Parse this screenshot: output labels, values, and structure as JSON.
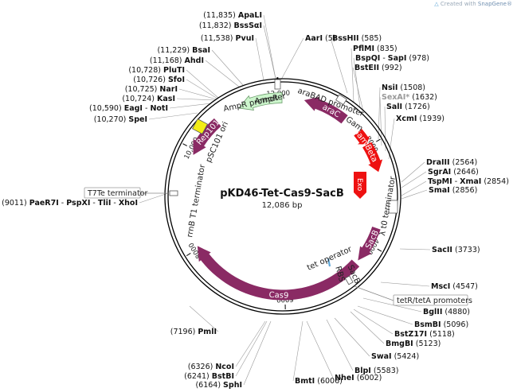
{
  "credit": {
    "prefix": "Created with",
    "brand": "SnapGene®"
  },
  "plasmid": {
    "name": "pKD46-Tet-Cas9-SacB",
    "length_label": "12,086 bp",
    "length": 12086
  },
  "ticks": [
    {
      "bp": 2000,
      "label": "2000"
    },
    {
      "bp": 4000,
      "label": "4000"
    },
    {
      "bp": 6000,
      "label": "6000"
    },
    {
      "bp": 8000,
      "label": "8000"
    },
    {
      "bp": 10000,
      "label": "10,000"
    },
    {
      "bp": 12000,
      "label": "12,000"
    }
  ],
  "features": [
    {
      "name": "araC",
      "start": 1300,
      "end": 420,
      "color": "#8a2a64",
      "text": "white",
      "width": 13
    },
    {
      "name": "AmpR",
      "start": 12070,
      "end": 11200,
      "color": "#ccf5cc",
      "text": "dark",
      "width": 13
    },
    {
      "name": "Gam",
      "start": 1660,
      "end": 1950,
      "color": "#ee1111",
      "text": "white",
      "width": 13
    },
    {
      "name": "Beta",
      "start": 1960,
      "end": 2540,
      "color": "#ee1111",
      "text": "white",
      "width": 13
    },
    {
      "name": "Cas9",
      "start": 4450,
      "end": 8050,
      "color": "#8a2a64",
      "text": "white",
      "width": 13
    },
    {
      "name": "Rep101",
      "start": 10700,
      "end": 9900,
      "color": "#8a2a64",
      "text": "white",
      "width": 13
    },
    {
      "name": "SacB",
      "start": 3650,
      "end": 4380,
      "color": "#8a2a64",
      "text": "white",
      "width": 11
    }
  ],
  "feature_labels": [
    {
      "id": "amp-promoter",
      "text": "AmpR promoter",
      "rotate": -12
    },
    {
      "id": "arabad-promoter",
      "text": "araBAD promoter",
      "rotate": 22
    },
    {
      "id": "gam-label",
      "text": "Gam",
      "rotate": 36
    },
    {
      "id": "psc101-ori",
      "text": "pSC101 ori",
      "rotate": -68
    },
    {
      "id": "rrnb-term",
      "text": "rrnB T1 terminator",
      "rotate": -80
    },
    {
      "id": "lambda-t0",
      "text": "λ t0 terminator",
      "rotate": -80
    },
    {
      "id": "tet-operator",
      "text": "tet operator",
      "rotate": -22
    },
    {
      "id": "rbs",
      "text": "RBS",
      "rotate": 72
    },
    {
      "id": "sacb",
      "text": "SacB",
      "rotate": 62
    },
    {
      "id": "exo",
      "text": "Exo",
      "rotate": 90
    }
  ],
  "boxed_labels": [
    {
      "id": "t7te-terminator",
      "text": "T7Te terminator"
    },
    {
      "id": "tetr-promoters",
      "text": "tetR/tetA promoters"
    }
  ],
  "right_sites": [
    {
      "id": "aari",
      "parts": [
        {
          "t": "AarI",
          "b": true
        }
      ],
      "pos": "(5)"
    },
    {
      "id": "bsshii",
      "parts": [
        {
          "t": "BssHII",
          "b": true
        }
      ],
      "pos": "(585)"
    },
    {
      "id": "pflmi",
      "parts": [
        {
          "t": "PflMI",
          "b": true
        }
      ],
      "pos": "(835)"
    },
    {
      "id": "bspqi-sapi",
      "parts": [
        {
          "t": "BspQI",
          "b": true
        },
        {
          "t": " - ",
          "b": false
        },
        {
          "t": "SapI",
          "b": true
        }
      ],
      "pos": "(978)"
    },
    {
      "id": "bsteii",
      "parts": [
        {
          "t": "BstEII",
          "b": true
        }
      ],
      "pos": "(992)"
    },
    {
      "id": "nsii",
      "parts": [
        {
          "t": "NsiI",
          "b": true
        }
      ],
      "pos": "(1508)"
    },
    {
      "id": "sexai",
      "parts": [
        {
          "t": "SexAI*",
          "b": true,
          "gray": true
        }
      ],
      "pos": "(1632)"
    },
    {
      "id": "sali",
      "parts": [
        {
          "t": "SalI",
          "b": true
        }
      ],
      "pos": "(1726)"
    },
    {
      "id": "xcmi",
      "parts": [
        {
          "t": "XcmI",
          "b": true
        }
      ],
      "pos": "(1939)"
    },
    {
      "id": "draiii",
      "parts": [
        {
          "t": "DraIII",
          "b": true
        }
      ],
      "pos": "(2564)"
    },
    {
      "id": "sgrai",
      "parts": [
        {
          "t": "SgrAI",
          "b": true
        }
      ],
      "pos": "(2646)"
    },
    {
      "id": "tspmi-xmai",
      "parts": [
        {
          "t": "TspMI",
          "b": true
        },
        {
          "t": " - ",
          "b": false
        },
        {
          "t": "XmaI",
          "b": true
        }
      ],
      "pos": "(2854)"
    },
    {
      "id": "smai",
      "parts": [
        {
          "t": "SmaI",
          "b": true
        }
      ],
      "pos": "(2856)"
    },
    {
      "id": "sacii",
      "parts": [
        {
          "t": "SacII",
          "b": true
        }
      ],
      "pos": "(3733)"
    },
    {
      "id": "msci",
      "parts": [
        {
          "t": "MscI",
          "b": true
        }
      ],
      "pos": "(4547)"
    },
    {
      "id": "bglii",
      "parts": [
        {
          "t": "BglII",
          "b": true
        }
      ],
      "pos": "(4880)"
    },
    {
      "id": "bsmbi",
      "parts": [
        {
          "t": "BsmBI",
          "b": true
        }
      ],
      "pos": "(5096)"
    },
    {
      "id": "bstz17i",
      "parts": [
        {
          "t": "BstZ17I",
          "b": true
        }
      ],
      "pos": "(5118)"
    },
    {
      "id": "bmgbi",
      "parts": [
        {
          "t": "BmgBI",
          "b": true
        }
      ],
      "pos": "(5123)"
    },
    {
      "id": "swai",
      "parts": [
        {
          "t": "SwaI",
          "b": true
        }
      ],
      "pos": "(5424)"
    },
    {
      "id": "blpi",
      "parts": [
        {
          "t": "BlpI",
          "b": true
        }
      ],
      "pos": "(5583)"
    },
    {
      "id": "nhei",
      "parts": [
        {
          "t": "NheI",
          "b": true
        }
      ],
      "pos": "(6002)"
    },
    {
      "id": "bmti",
      "parts": [
        {
          "t": "BmtI",
          "b": true
        }
      ],
      "pos": "(6006)"
    }
  ],
  "left_sites": [
    {
      "id": "apali",
      "parts": [
        {
          "t": "ApaLI",
          "b": true
        }
      ],
      "pos": "(11,835)"
    },
    {
      "id": "bsssai",
      "parts": [
        {
          "t": "BssSαI",
          "b": true
        }
      ],
      "pos": "(11,832)"
    },
    {
      "id": "pvui",
      "parts": [
        {
          "t": "PvuI",
          "b": true
        }
      ],
      "pos": "(11,538)"
    },
    {
      "id": "bsai",
      "parts": [
        {
          "t": "BsaI",
          "b": true
        }
      ],
      "pos": "(11,229)"
    },
    {
      "id": "ahdi",
      "parts": [
        {
          "t": "AhdI",
          "b": true
        }
      ],
      "pos": "(11,168)"
    },
    {
      "id": "pluti",
      "parts": [
        {
          "t": "PluTI",
          "b": true
        }
      ],
      "pos": "(10,728)"
    },
    {
      "id": "sfoi",
      "parts": [
        {
          "t": "SfoI",
          "b": true
        }
      ],
      "pos": "(10,726)"
    },
    {
      "id": "nari",
      "parts": [
        {
          "t": "NarI",
          "b": true
        }
      ],
      "pos": "(10,725)"
    },
    {
      "id": "kasi",
      "parts": [
        {
          "t": "KasI",
          "b": true
        }
      ],
      "pos": "(10,724)"
    },
    {
      "id": "eagi-noti",
      "parts": [
        {
          "t": "EagI",
          "b": true
        },
        {
          "t": " - ",
          "b": false
        },
        {
          "t": "NotI",
          "b": true
        }
      ],
      "pos": "(10,590)"
    },
    {
      "id": "spei",
      "parts": [
        {
          "t": "SpeI",
          "b": true
        }
      ],
      "pos": "(10,270)"
    },
    {
      "id": "paer7i",
      "parts": [
        {
          "t": "PaeR7I",
          "b": true
        },
        {
          "t": " - ",
          "b": false
        },
        {
          "t": "PspXI",
          "b": true
        },
        {
          "t": " - ",
          "b": false
        },
        {
          "t": "TliI",
          "b": true
        },
        {
          "t": " - ",
          "b": false
        },
        {
          "t": "XhoI",
          "b": true
        }
      ],
      "pos": "(9011)"
    },
    {
      "id": "pmli",
      "parts": [
        {
          "t": "PmlI",
          "b": true
        }
      ],
      "pos": "(7196)"
    },
    {
      "id": "ncoi",
      "parts": [
        {
          "t": "NcoI",
          "b": true
        }
      ],
      "pos": "(6326)"
    },
    {
      "id": "bstbi",
      "parts": [
        {
          "t": "BstBI",
          "b": true
        }
      ],
      "pos": "(6241)"
    },
    {
      "id": "sphi",
      "parts": [
        {
          "t": "SphI",
          "b": true
        }
      ],
      "pos": "(6164)"
    }
  ]
}
